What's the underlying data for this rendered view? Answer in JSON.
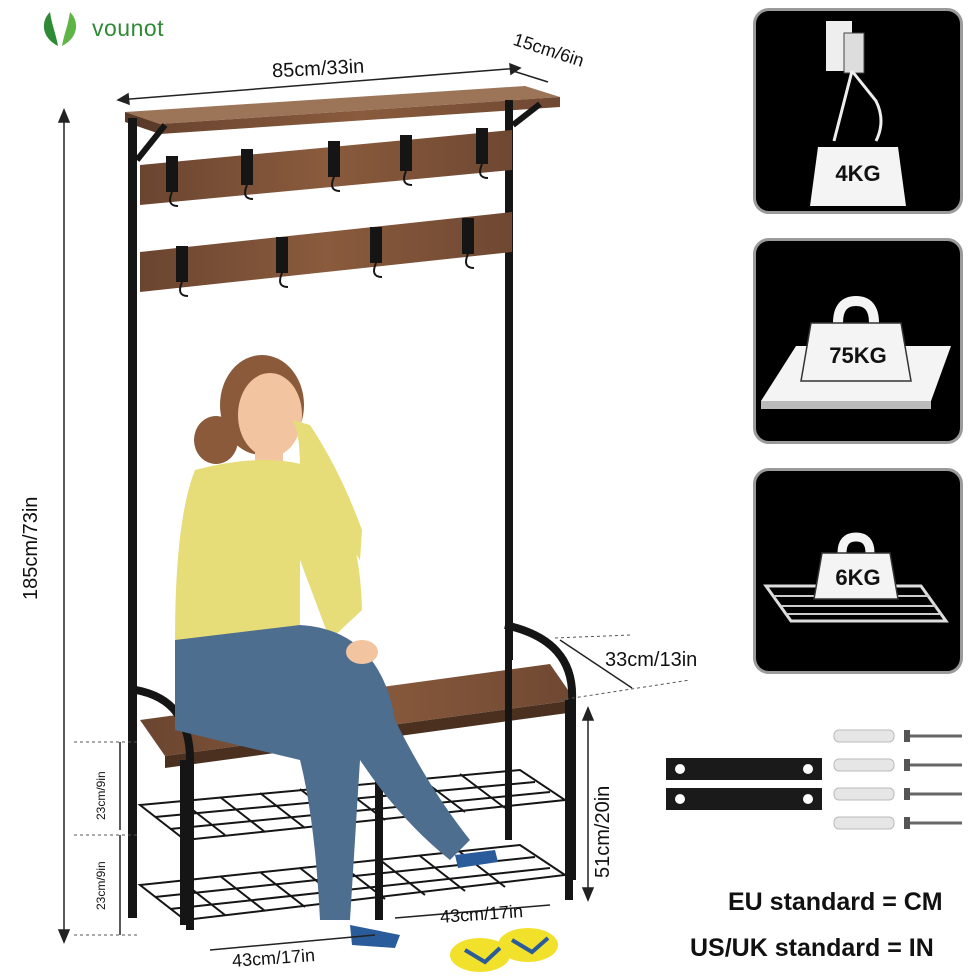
{
  "brand": {
    "name": "vounot",
    "color": "#2f8a36",
    "icon": "leaf-logo-icon"
  },
  "dimensions": {
    "width": "85cm/33in",
    "depth_top": "15cm/6in",
    "height": "185cm/73in",
    "bench_depth": "33cm/13in",
    "bench_height": "51cm/20in",
    "shelf_gap_upper": "23cm/9in",
    "shelf_gap_lower": "23cm/9in",
    "bottom_width_front": "43cm/17in",
    "bottom_width_back": "43cm/17in"
  },
  "load_panels": [
    {
      "label": "4KG",
      "icon": "hook-weight-icon"
    },
    {
      "label": "75KG",
      "icon": "bench-weight-icon"
    },
    {
      "label": "6KG",
      "icon": "shelf-weight-icon"
    }
  ],
  "standards": {
    "eu": "EU standard = CM",
    "us_uk": "US/UK standard = IN"
  },
  "accessories": {
    "straps_icon": "anti-tip-strap-icon",
    "screws_icon": "wall-anchor-screw-icon"
  },
  "colors": {
    "wood": "#7a4f33",
    "frame": "#151515",
    "panel_bg": "#000000",
    "shirt": "#e6dc78",
    "pants": "#4d6e8f",
    "sandal": "#f2e12b"
  }
}
